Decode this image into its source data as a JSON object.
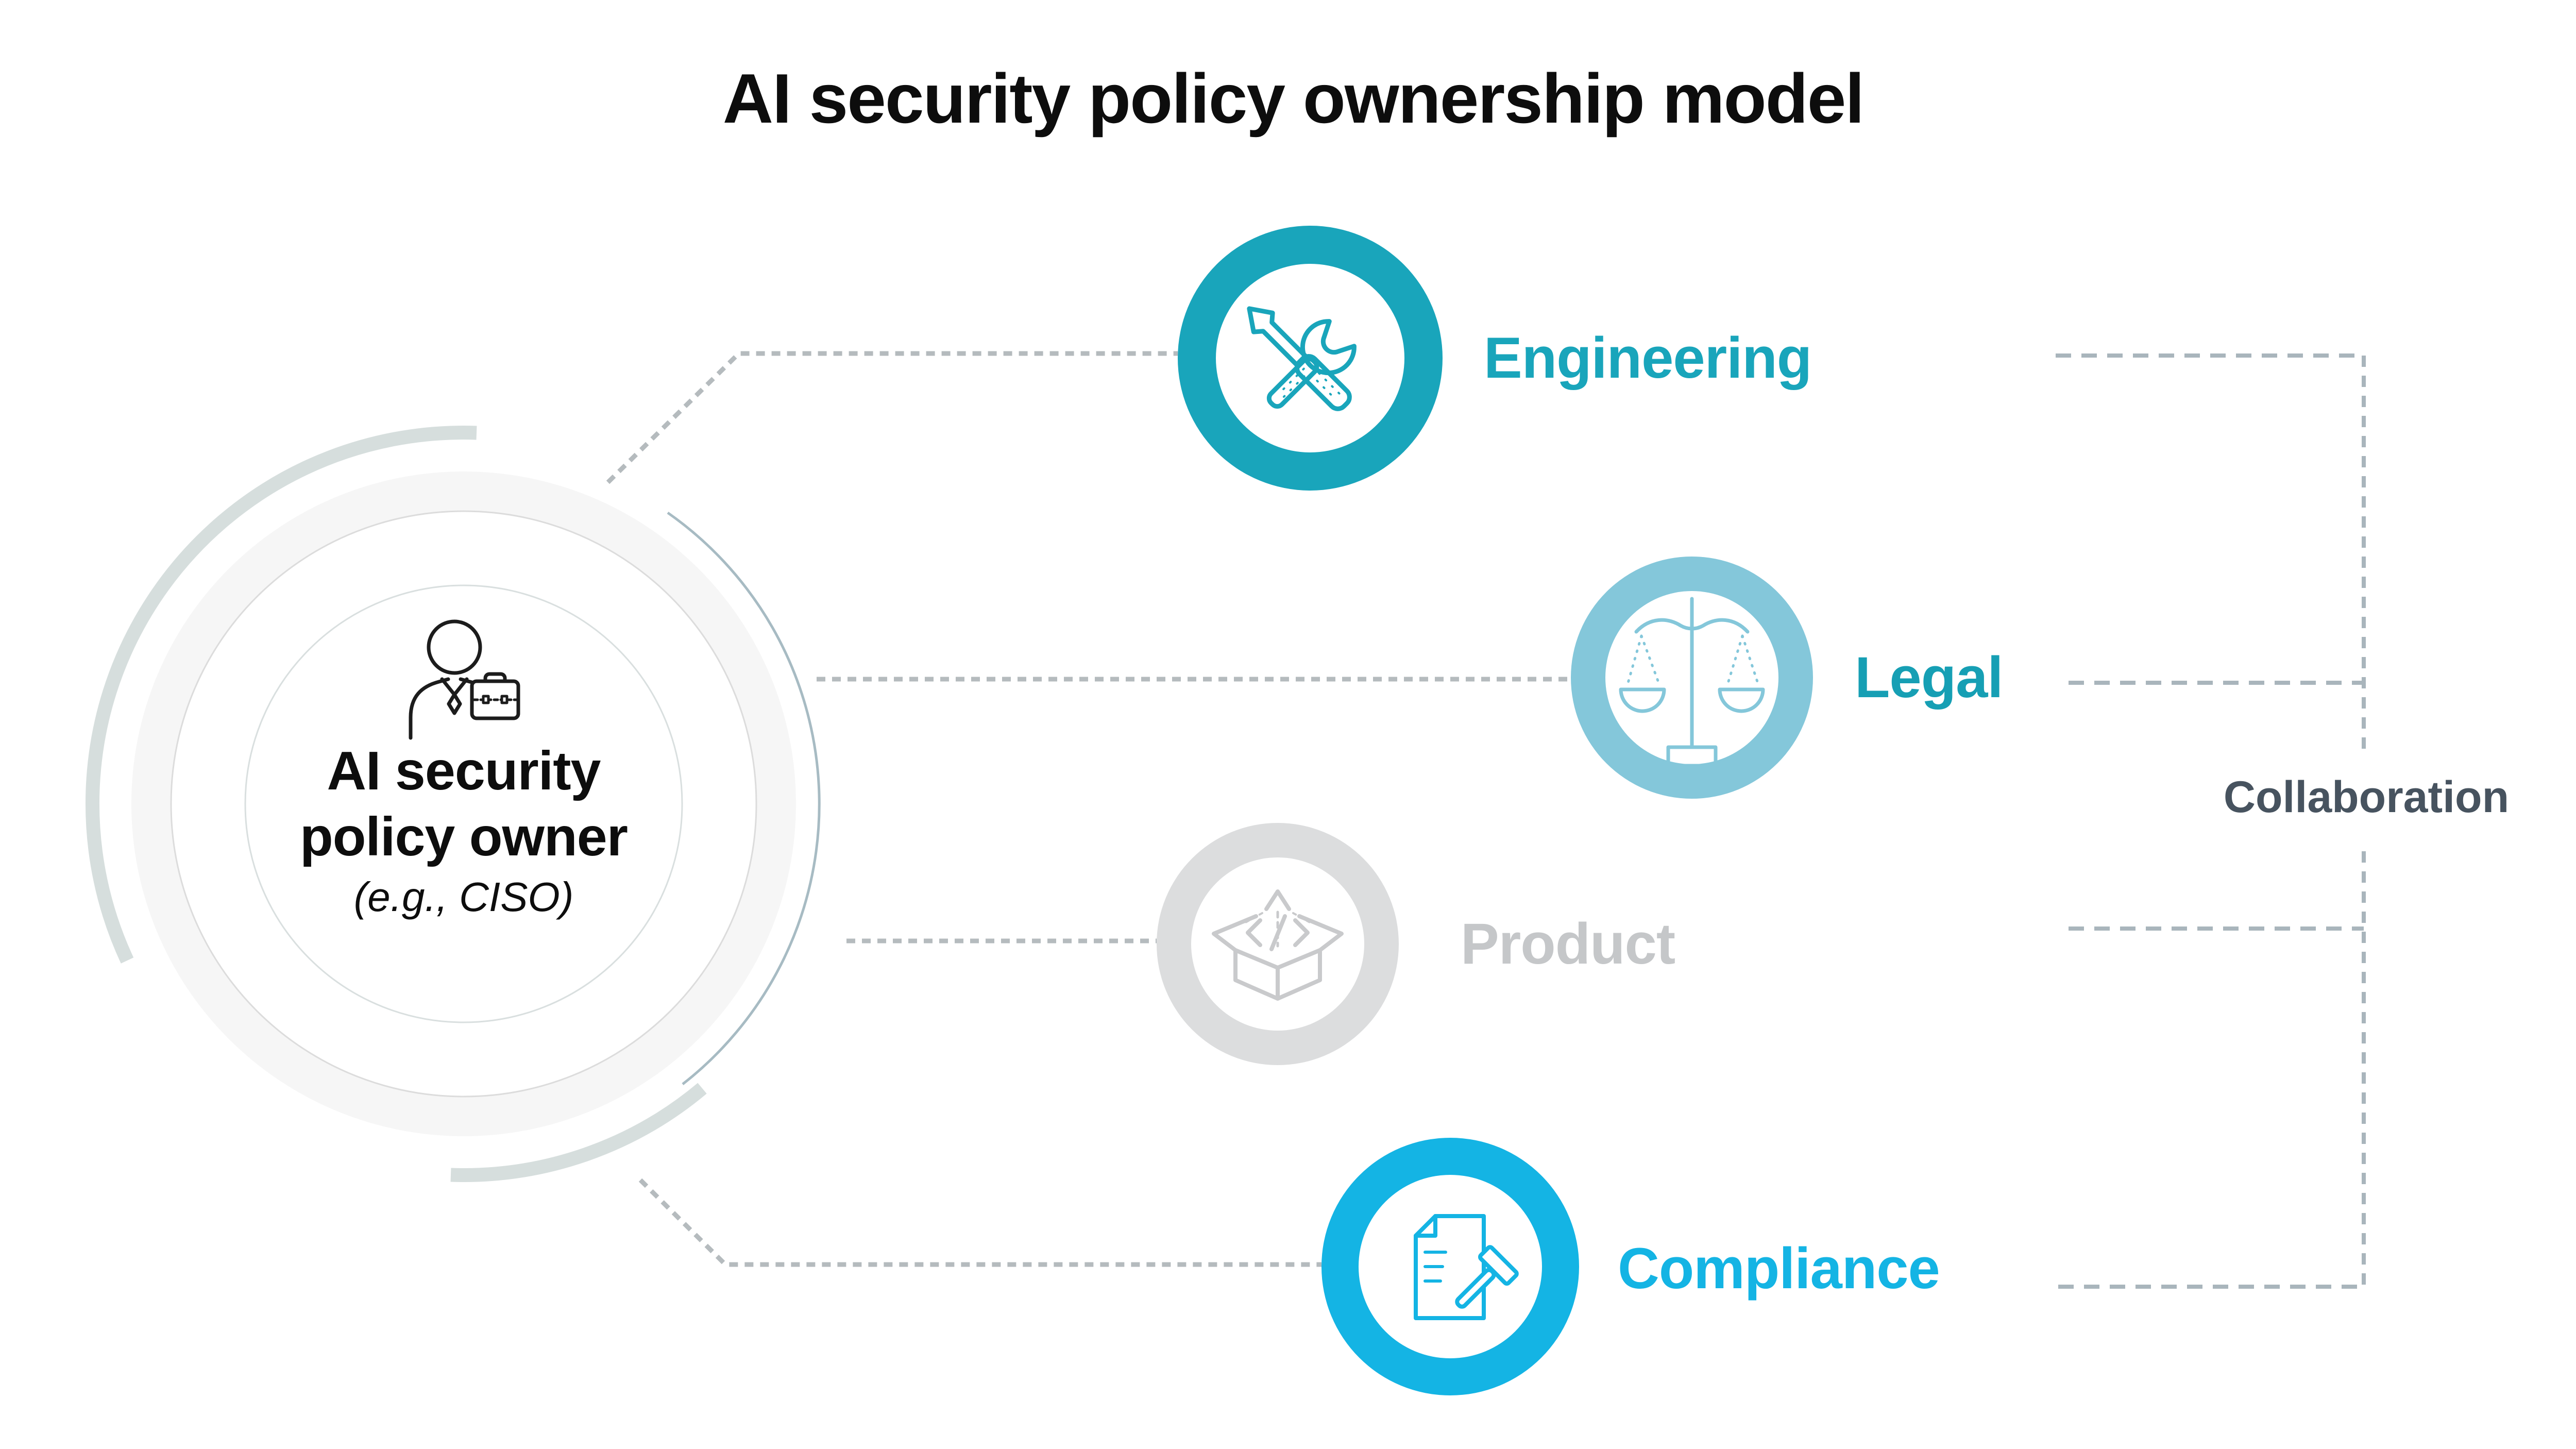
{
  "title": {
    "text": "AI security policy ownership model",
    "color": "#0d0d0d"
  },
  "owner": {
    "line1": "AI security",
    "line2": "policy owner",
    "line3": "(e.g., CISO)",
    "icon": "person-briefcase-icon",
    "disc_color": "#f6f6f6",
    "ring_edge_color": "#dcdcdc",
    "inner_ring_color": "#d9dfdf",
    "arc_thick_color": "#d6dedd",
    "arc_thin_color": "#a7bbc3",
    "icon_color": "#1c1c1c",
    "text_color": "#0d0d0d"
  },
  "departments": [
    {
      "id": "engineering",
      "label": "Engineering",
      "icon": "tools-icon",
      "ring_color": "#19a5bb",
      "label_color": "#19a5bb",
      "icon_color": "#19a5bb"
    },
    {
      "id": "legal",
      "label": "Legal",
      "icon": "scales-icon",
      "ring_color": "#84c7da",
      "label_color": "#169fb4",
      "icon_color": "#84c7da"
    },
    {
      "id": "product",
      "label": "Product",
      "icon": "box-launch-icon",
      "ring_color": "#dcddde",
      "label_color": "#c5c7c9",
      "icon_color": "#c9cacc"
    },
    {
      "id": "compliance",
      "label": "Compliance",
      "icon": "document-gavel-icon",
      "ring_color": "#14b4e4",
      "label_color": "#14b4e4",
      "icon_color": "#14b4e4"
    }
  ],
  "collaboration": {
    "label": "Collaboration",
    "color": "#47535f"
  },
  "lines": {
    "connector_color": "#b5bbbe",
    "bracket_color": "#a9b5bc"
  }
}
